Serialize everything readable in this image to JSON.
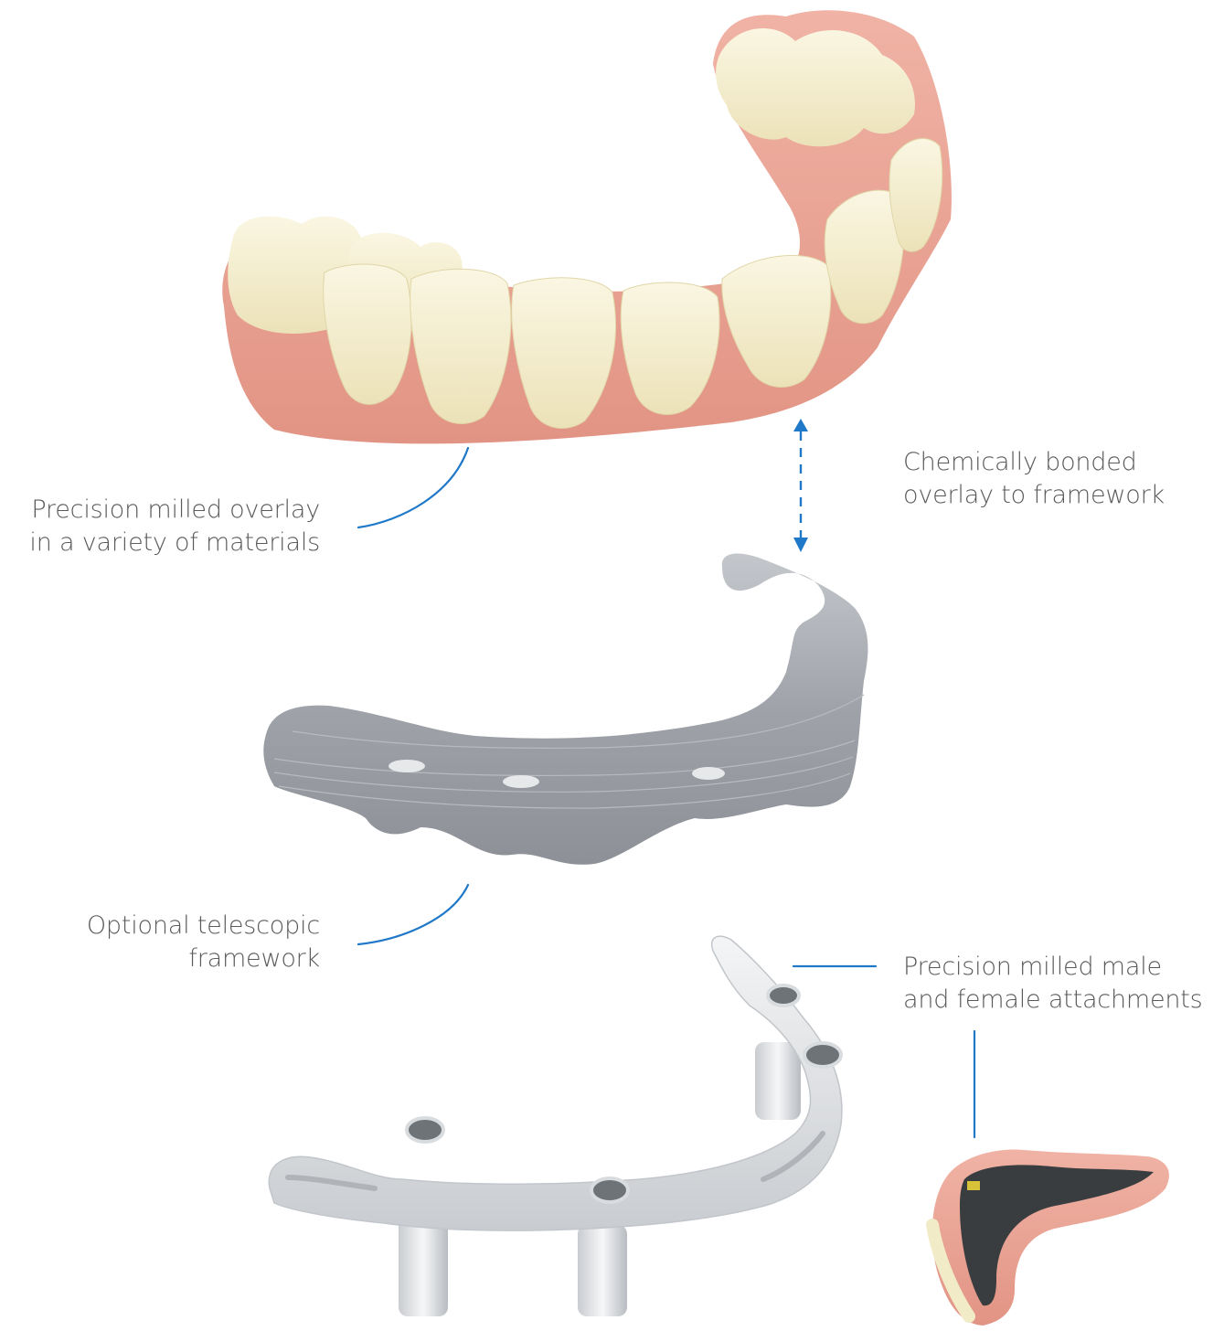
{
  "labels": {
    "overlay": {
      "line1": "Precision milled overlay",
      "line2": "in a variety of materials"
    },
    "bond": {
      "line1": "Chemically bonded",
      "line2": "overlay to framework"
    },
    "framework": {
      "line1": "Optional telescopic",
      "line2": "framework"
    },
    "attachments": {
      "line1": "Precision milled male",
      "line2": "and female attachments"
    }
  },
  "colors": {
    "text": "#5a5a5a",
    "leader": "#1f78c8",
    "gum": "#e9a394",
    "teeth": "#f2ebc8",
    "framework_metal": "#a9adb3",
    "bar_metal": "#dde0e3"
  },
  "illustrations": {
    "denture": "denture-overlay-picture",
    "framework": "telescopic-framework-picture",
    "bar": "milled-bar-picture",
    "prosthesis": "finished-prosthesis-picture"
  }
}
